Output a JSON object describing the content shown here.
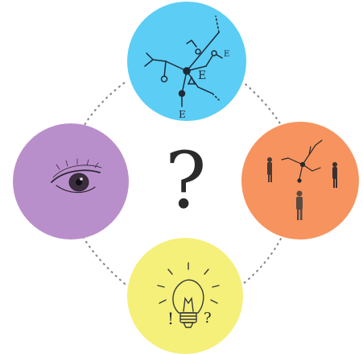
{
  "center": {
    "symbol": "?"
  },
  "nodes": [
    {
      "id": "top",
      "color": "#5ccdf5",
      "icon": "branching-tree-icon"
    },
    {
      "id": "right",
      "color": "#f7935e",
      "icon": "people-around-tree-icon"
    },
    {
      "id": "bottom",
      "color": "#f4f07a",
      "icon": "light-bulb-icon",
      "marks": [
        "!",
        "?"
      ]
    },
    {
      "id": "left",
      "color": "#b98fcb",
      "icon": "eye-icon"
    }
  ],
  "connector": {
    "style": "dotted",
    "color": "#8a8a8a"
  }
}
